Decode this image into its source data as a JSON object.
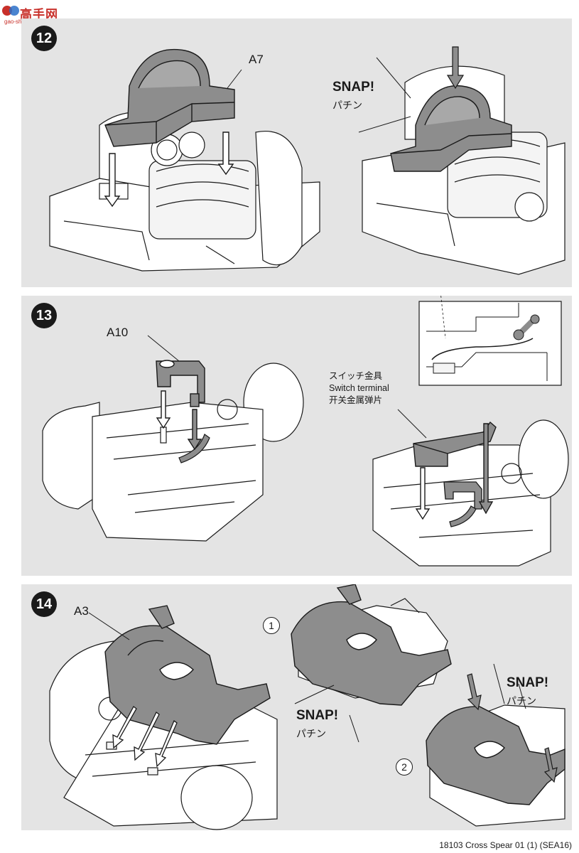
{
  "watermark": {
    "text": "高手网",
    "subtext": "gao-shou.com"
  },
  "steps": [
    {
      "number": "12",
      "part_label": "A7",
      "snap_label": "SNAP!",
      "snap_jp": "パチン"
    },
    {
      "number": "13",
      "part_label": "A10",
      "terminal_label": "スイッチ金具\nSwitch terminal\n开关金属弹片"
    },
    {
      "number": "14",
      "part_label": "A3",
      "sub_step_1": "1",
      "sub_step_2": "2",
      "snap_label_1": "SNAP!",
      "snap_jp_1": "パチン",
      "snap_label_2": "SNAP!",
      "snap_jp_2": "パチン"
    }
  ],
  "footer": {
    "text": "18103 Cross Spear 01 (1) (SEA16)"
  },
  "colors": {
    "panel": "#e4e4e4",
    "part_fill": "#8d8d8d",
    "line": "#1a1a1a",
    "watermark": "#c8302a"
  }
}
